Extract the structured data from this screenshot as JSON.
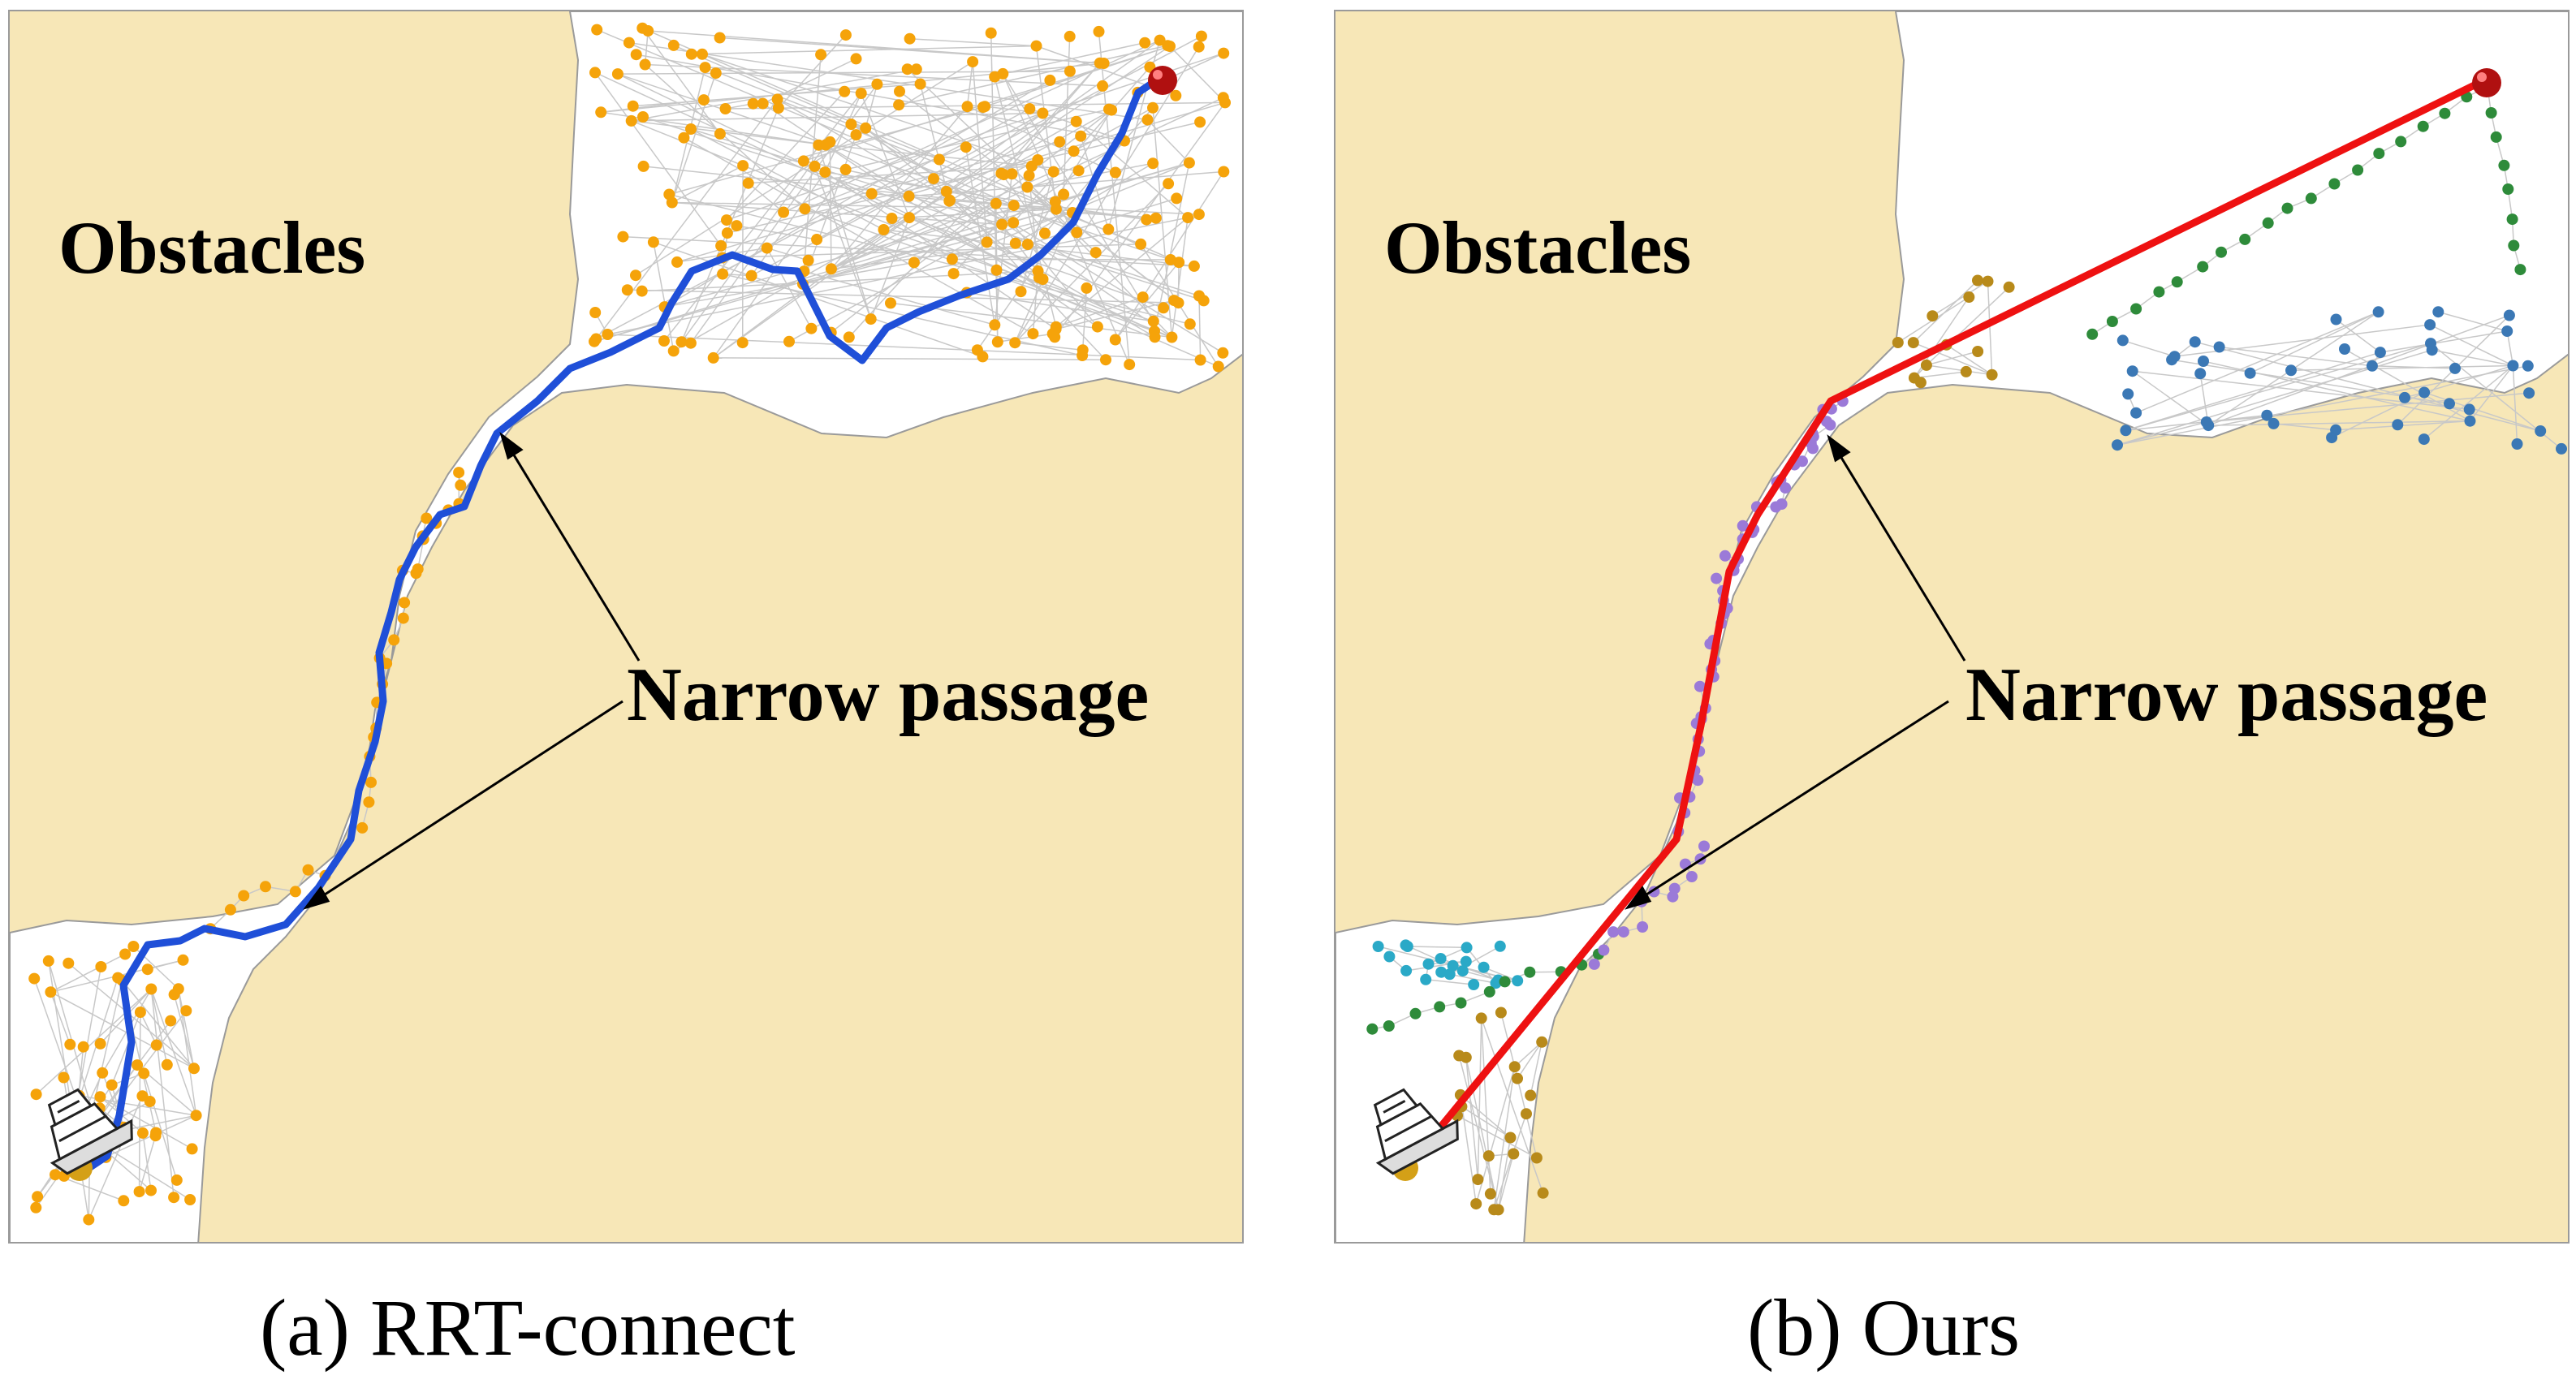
{
  "panels": [
    {
      "obstacles_label": "Obstacles",
      "narrow_label": "Narrow passage",
      "caption": "(a) RRT-connect",
      "path_color": "#1f4fd8",
      "node_color": "#f5a30a"
    },
    {
      "obstacles_label": "Obstacles",
      "narrow_label": "Narrow passage",
      "caption": "(b) Ours",
      "path_color": "#ee1111",
      "node_color": "#9b7ad8"
    }
  ],
  "colors": {
    "land": "#f7e7b7",
    "water": "#ffffff",
    "edge": "#c8c8c8",
    "start_marker": "#d4a017",
    "goal_marker": "#b01010",
    "cluster_colors": [
      "#2aa9c7",
      "#2e8b3a",
      "#b88a1a",
      "#9b7ad8",
      "#3b78b5"
    ]
  },
  "icons": [
    "ship-icon",
    "start-marker-icon",
    "goal-marker-icon",
    "arrow-icon"
  ]
}
